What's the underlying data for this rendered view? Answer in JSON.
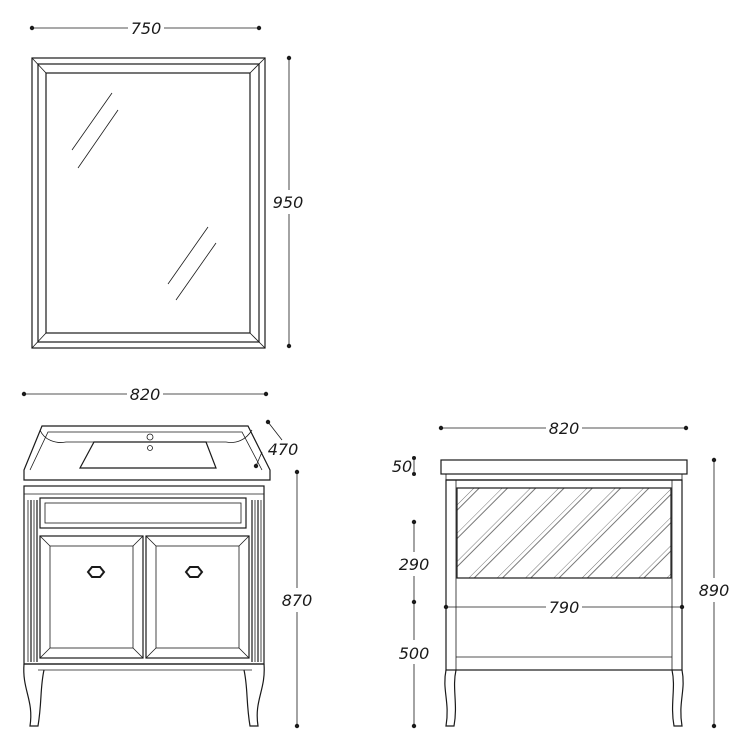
{
  "dimensions": {
    "mirror_width": "750",
    "mirror_height": "950",
    "vanity_width": "820",
    "vanity_depth": "470",
    "vanity_height": "870",
    "side_width": "820",
    "side_top_thickness": "50",
    "side_panel_height": "290",
    "side_leg_height": "500",
    "side_inner_width": "790",
    "side_total_height": "890"
  },
  "colors": {
    "line": "#1a1a1a",
    "background": "#ffffff"
  }
}
